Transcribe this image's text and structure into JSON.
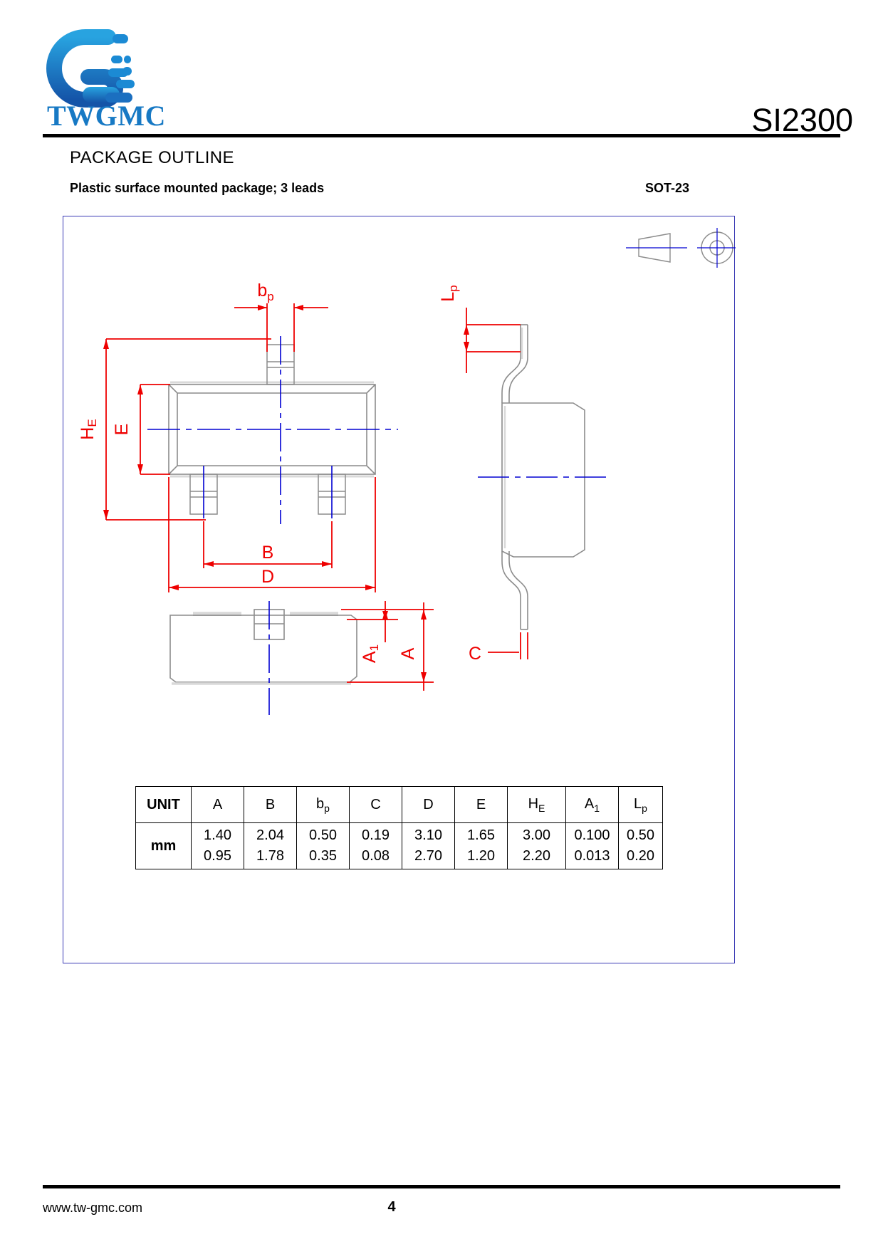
{
  "header": {
    "logo_wordmark": "TWGMC",
    "logo_icon": "twgmc-g-logo",
    "doc_title": "SI2300"
  },
  "section": {
    "title": "PACKAGE OUTLINE",
    "subtitle": "Plastic surface mounted package; 3 leads",
    "package_code": "SOT-23"
  },
  "drawing": {
    "labels": {
      "bp": "b",
      "bp_sub": "p",
      "HE": "H",
      "HE_sub": "E",
      "E": "E",
      "B": "B",
      "D": "D",
      "Lp": "L",
      "Lp_sub": "p",
      "C": "C",
      "A1": "A",
      "A1_sub": "1",
      "A": "A"
    },
    "colors": {
      "dimension": "#ee0000",
      "centerline": "#0000d2",
      "outline": "#8c8c8c",
      "frame": "#3b3bb5"
    },
    "views": {
      "top": "top-view",
      "side": "side-view",
      "front": "front-view",
      "projection_symbol": "first-angle-projection-symbol"
    }
  },
  "table": {
    "headers": [
      {
        "label": "UNIT",
        "sub": ""
      },
      {
        "label": "A",
        "sub": ""
      },
      {
        "label": "B",
        "sub": ""
      },
      {
        "label": "b",
        "sub": "p"
      },
      {
        "label": "C",
        "sub": ""
      },
      {
        "label": "D",
        "sub": ""
      },
      {
        "label": "E",
        "sub": ""
      },
      {
        "label": "H",
        "sub": "E"
      },
      {
        "label": "A",
        "sub": "1"
      },
      {
        "label": "L",
        "sub": "p"
      }
    ],
    "rows": [
      {
        "unit": "mm",
        "values": [
          {
            "max": "1.40",
            "min": "0.95"
          },
          {
            "max": "2.04",
            "min": "1.78"
          },
          {
            "max": "0.50",
            "min": "0.35"
          },
          {
            "max": "0.19",
            "min": "0.08"
          },
          {
            "max": "3.10",
            "min": "2.70"
          },
          {
            "max": "1.65",
            "min": "1.20"
          },
          {
            "max": "3.00",
            "min": "2.20"
          },
          {
            "max": "0.100",
            "min": "0.013"
          },
          {
            "max": "0.50",
            "min": "0.20"
          }
        ]
      }
    ]
  },
  "footer": {
    "url": "www.tw-gmc.com",
    "page": "4"
  }
}
